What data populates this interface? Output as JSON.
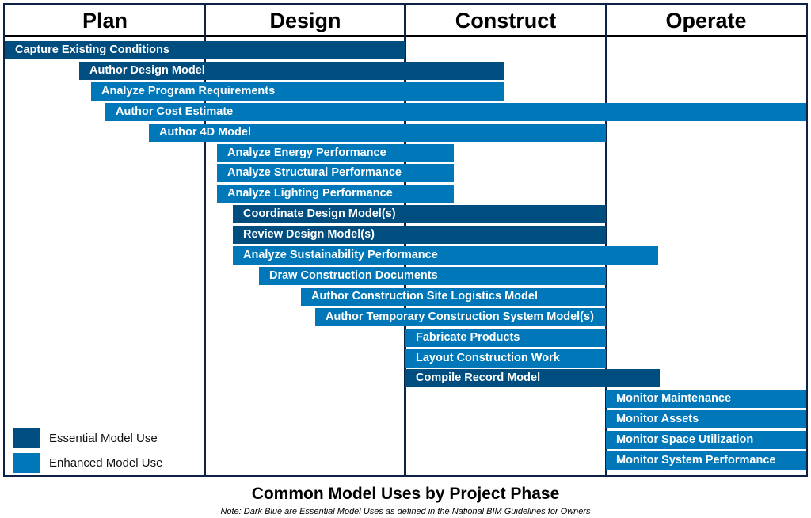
{
  "chart_data": {
    "type": "gantt",
    "title": "Common Model Uses by Project Phase",
    "note": "Note: Dark Blue are Essential Model Uses as defined in the National BIM Guidelines for Owners",
    "phases": [
      "Plan",
      "Design",
      "Construct",
      "Operate"
    ],
    "xlim": [
      0,
      4
    ],
    "legend": [
      {
        "label": "Essential Model Use",
        "color": "#004e80"
      },
      {
        "label": "Enhanced Model Use",
        "color": "#0077b9"
      }
    ],
    "legend_placement": "bottom-left",
    "tasks": [
      {
        "label": "Capture Existing Conditions",
        "start": 0.0,
        "end": 2.0,
        "type": "essential"
      },
      {
        "label": "Author Design Model",
        "start": 0.37,
        "end": 2.49,
        "type": "essential"
      },
      {
        "label": "Analyze Program Requirements",
        "start": 0.43,
        "end": 2.49,
        "type": "enhanced"
      },
      {
        "label": "Author Cost Estimate",
        "start": 0.5,
        "end": 4.0,
        "type": "enhanced"
      },
      {
        "label": "Author 4D Model",
        "start": 0.72,
        "end": 3.0,
        "type": "enhanced"
      },
      {
        "label": "Analyze Energy Performance",
        "start": 1.06,
        "end": 2.24,
        "type": "enhanced"
      },
      {
        "label": "Analyze Structural Performance",
        "start": 1.06,
        "end": 2.24,
        "type": "enhanced"
      },
      {
        "label": "Analyze Lighting Performance",
        "start": 1.06,
        "end": 2.24,
        "type": "enhanced"
      },
      {
        "label": "Coordinate Design Model(s)",
        "start": 1.14,
        "end": 3.0,
        "type": "essential"
      },
      {
        "label": "Review Design Model(s)",
        "start": 1.14,
        "end": 3.0,
        "type": "essential"
      },
      {
        "label": "Analyze Sustainability Performance",
        "start": 1.14,
        "end": 3.26,
        "type": "enhanced"
      },
      {
        "label": "Draw Construction Documents",
        "start": 1.27,
        "end": 3.0,
        "type": "enhanced"
      },
      {
        "label": "Author Construction Site Logistics Model",
        "start": 1.48,
        "end": 3.0,
        "type": "enhanced"
      },
      {
        "label": "Author Temporary Construction System Model(s)",
        "start": 1.55,
        "end": 3.0,
        "type": "enhanced"
      },
      {
        "label": "Fabricate Products",
        "start": 2.0,
        "end": 3.0,
        "type": "enhanced"
      },
      {
        "label": "Layout Construction Work",
        "start": 2.0,
        "end": 3.0,
        "type": "enhanced"
      },
      {
        "label": "Compile Record Model",
        "start": 2.0,
        "end": 3.27,
        "type": "essential"
      },
      {
        "label": "Monitor Maintenance",
        "start": 3.0,
        "end": 4.0,
        "type": "enhanced"
      },
      {
        "label": "Monitor Assets",
        "start": 3.0,
        "end": 4.0,
        "type": "enhanced"
      },
      {
        "label": "Monitor Space Utilization",
        "start": 3.0,
        "end": 4.0,
        "type": "enhanced"
      },
      {
        "label": "Monitor System Performance",
        "start": 3.0,
        "end": 4.0,
        "type": "enhanced"
      }
    ]
  }
}
